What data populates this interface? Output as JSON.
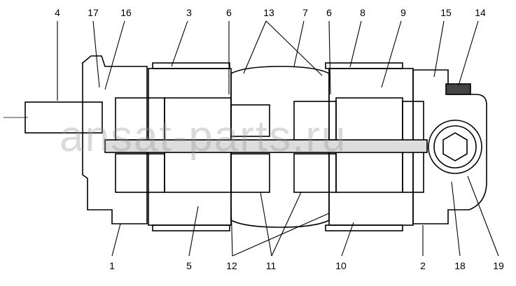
{
  "diagram": {
    "watermark": "ansat-parts.ru",
    "top_labels": [
      "4",
      "17",
      "16",
      "3",
      "6",
      "13",
      "7",
      "6",
      "8",
      "9",
      "15",
      "14"
    ],
    "bottom_labels": [
      "1",
      "5",
      "12",
      "11",
      "10",
      "2",
      "18",
      "19"
    ]
  }
}
